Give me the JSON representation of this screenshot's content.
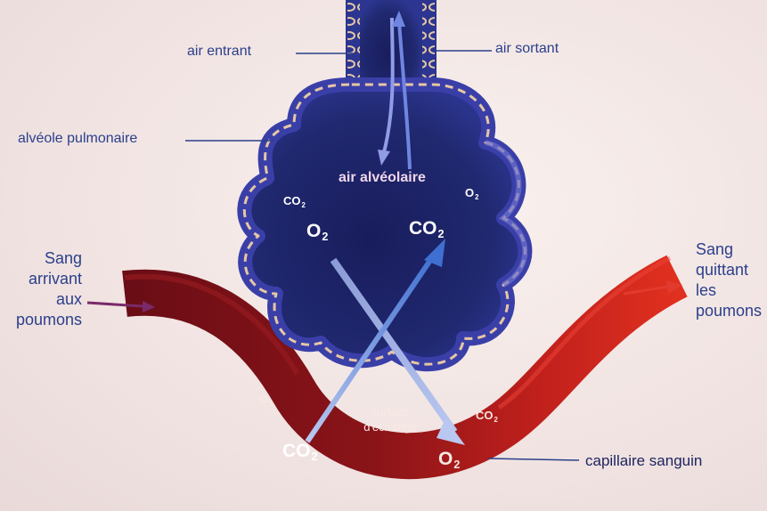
{
  "labels": {
    "air_entrant": "air entrant",
    "air_sortant": "air sortant",
    "alveole": "alvéole pulmonaire",
    "air_alveolaire": "air alvéolaire",
    "sang_arrivant": [
      "Sang",
      "arrivant",
      "aux",
      "poumons"
    ],
    "sang_quittant": [
      "Sang",
      "quittant",
      "les",
      "poumons"
    ],
    "surface": [
      "surface",
      "d'échange"
    ],
    "capillaire": "capillaire sanguin"
  },
  "chem": {
    "o2": "O",
    "co2": "CO",
    "sub2": "2"
  },
  "colors": {
    "alveolus_fill": "#1d2468",
    "alveolus_wall": "#3a3fa8",
    "cell": "#e8c9a8",
    "vessel_dark": "#6e0f14",
    "vessel_light": "#d22a22",
    "label_blue": "#2b3f8c",
    "arrow_blue": "#3d6fd0"
  }
}
